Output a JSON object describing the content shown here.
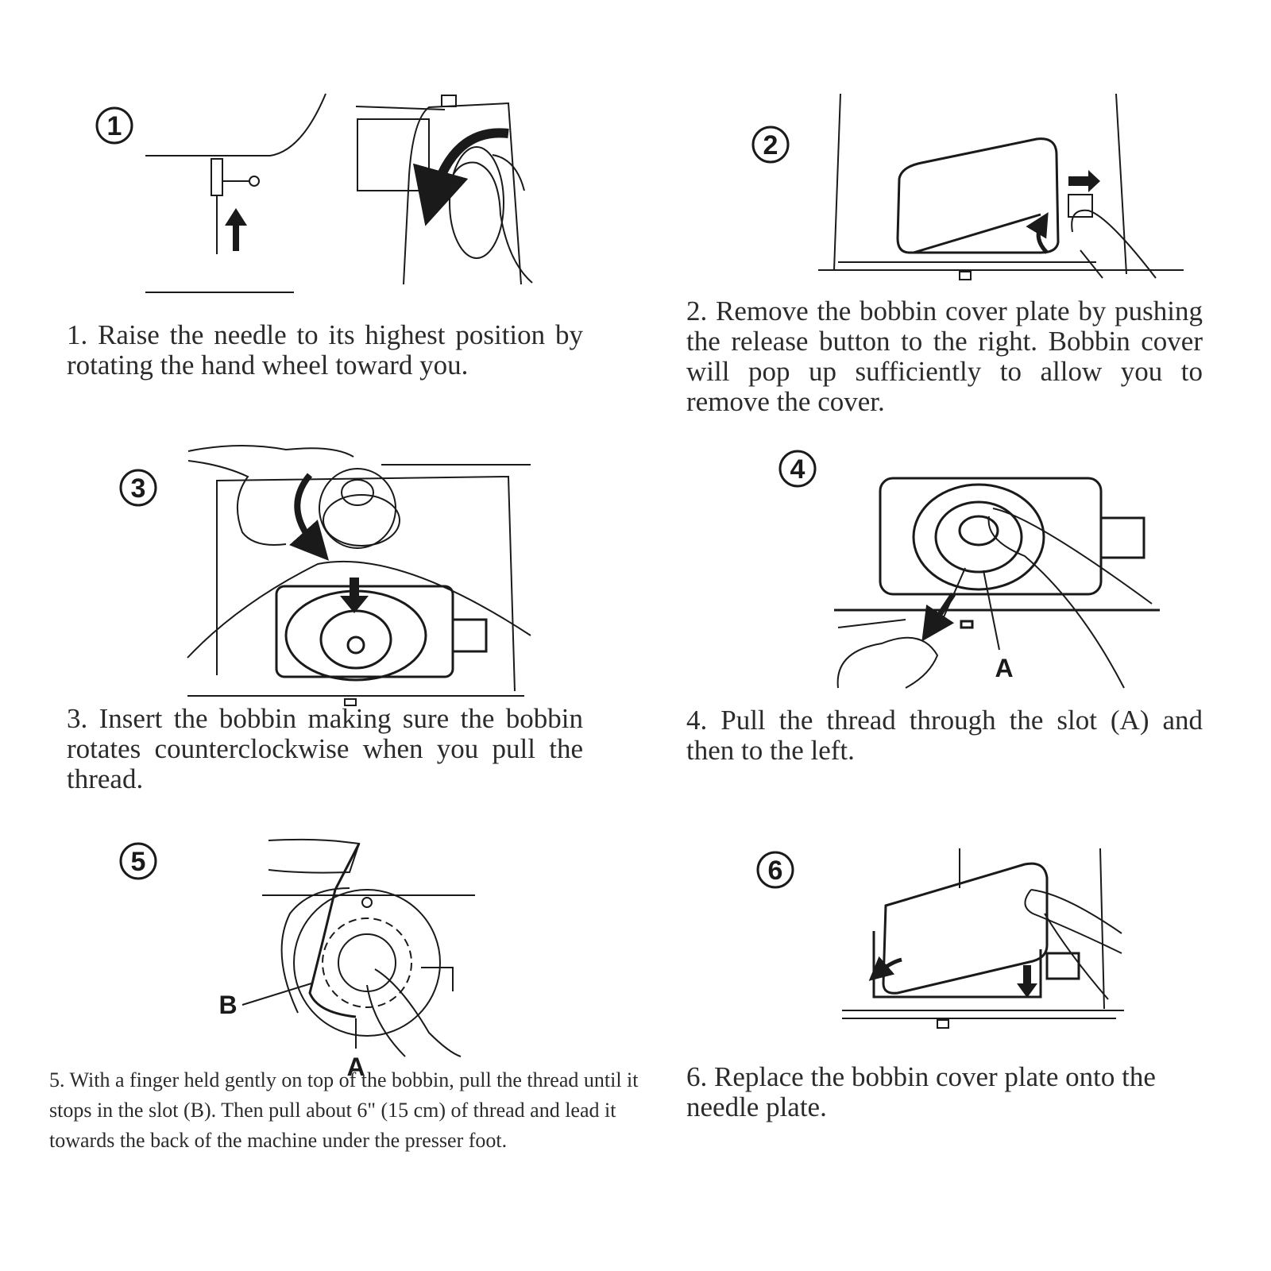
{
  "steps": [
    {
      "number": "1",
      "caption": "1. Raise the needle to its highest position by rotating the hand wheel toward you."
    },
    {
      "number": "2",
      "caption": "2. Remove the bobbin cover plate by pushing the release button to the right. Bobbin cover will pop up sufficiently to allow you to remove the cover."
    },
    {
      "number": "3",
      "caption": "3. Insert the bobbin making sure the bobbin rotates counterclockwise when you pull the thread."
    },
    {
      "number": "4",
      "caption": "4. Pull the thread through the slot (A) and then to the left.",
      "labels": {
        "a": "A"
      }
    },
    {
      "number": "5",
      "caption": "5. With a finger held gently on top of the bobbin, pull the thread until it stops in the slot (B). Then pull about 6\" (15 cm) of thread and lead it towards the back of the machine under the presser foot.",
      "labels": {
        "a": "A",
        "b": "B"
      }
    },
    {
      "number": "6",
      "caption": "6. Replace the bobbin cover plate onto the needle plate."
    }
  ],
  "colors": {
    "ink": "#1a1a1a",
    "text": "#2b2b2b",
    "background": "#ffffff"
  }
}
